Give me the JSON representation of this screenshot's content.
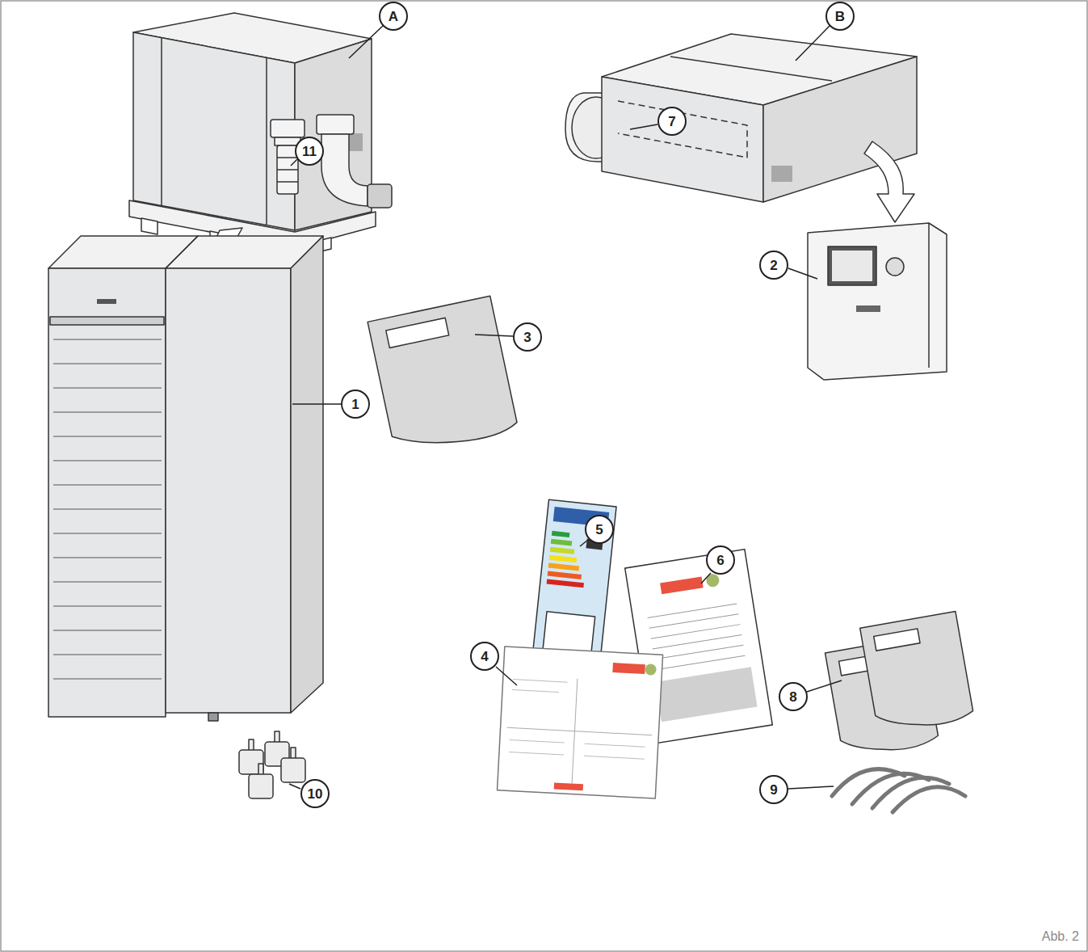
{
  "diagram": {
    "caption": "Abb. 2",
    "labels": [
      "A",
      "B",
      "11",
      "7",
      "2",
      "3",
      "1",
      "5",
      "6",
      "4",
      "8",
      "9",
      "10"
    ]
  }
}
